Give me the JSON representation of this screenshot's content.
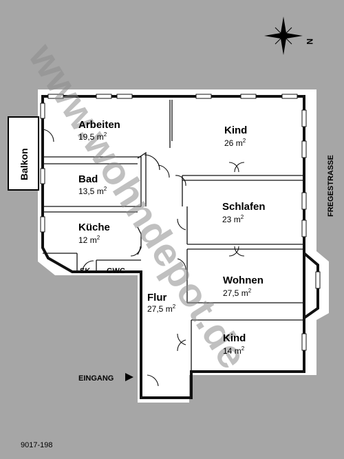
{
  "watermark": "www.wohndepot.de",
  "compass_letter": "N",
  "street": "FREGESTRASSE",
  "balcony": "Balkon",
  "entrance": "EINGANG",
  "plan_code": "9017-198",
  "area_unit": "m",
  "area_exp": "2",
  "rooms": [
    {
      "name": "Arbeiten",
      "area": "19,5"
    },
    {
      "name": "Bad",
      "area": "13,5"
    },
    {
      "name": "Küche",
      "area": "12"
    },
    {
      "name": "Kind",
      "area": "26"
    },
    {
      "name": "Schlafen",
      "area": "23"
    },
    {
      "name": "Wohnen",
      "area": "27,5"
    },
    {
      "name": "Kind",
      "area": "14"
    },
    {
      "name": "Flur",
      "area": "27,5"
    }
  ],
  "small_rooms": [
    {
      "name": "SK"
    },
    {
      "name": "GWC"
    }
  ],
  "colors": {
    "background": "#a6a6a6",
    "floor": "#ffffff",
    "walls": "#111111",
    "watermark": "#8c8c8c"
  }
}
